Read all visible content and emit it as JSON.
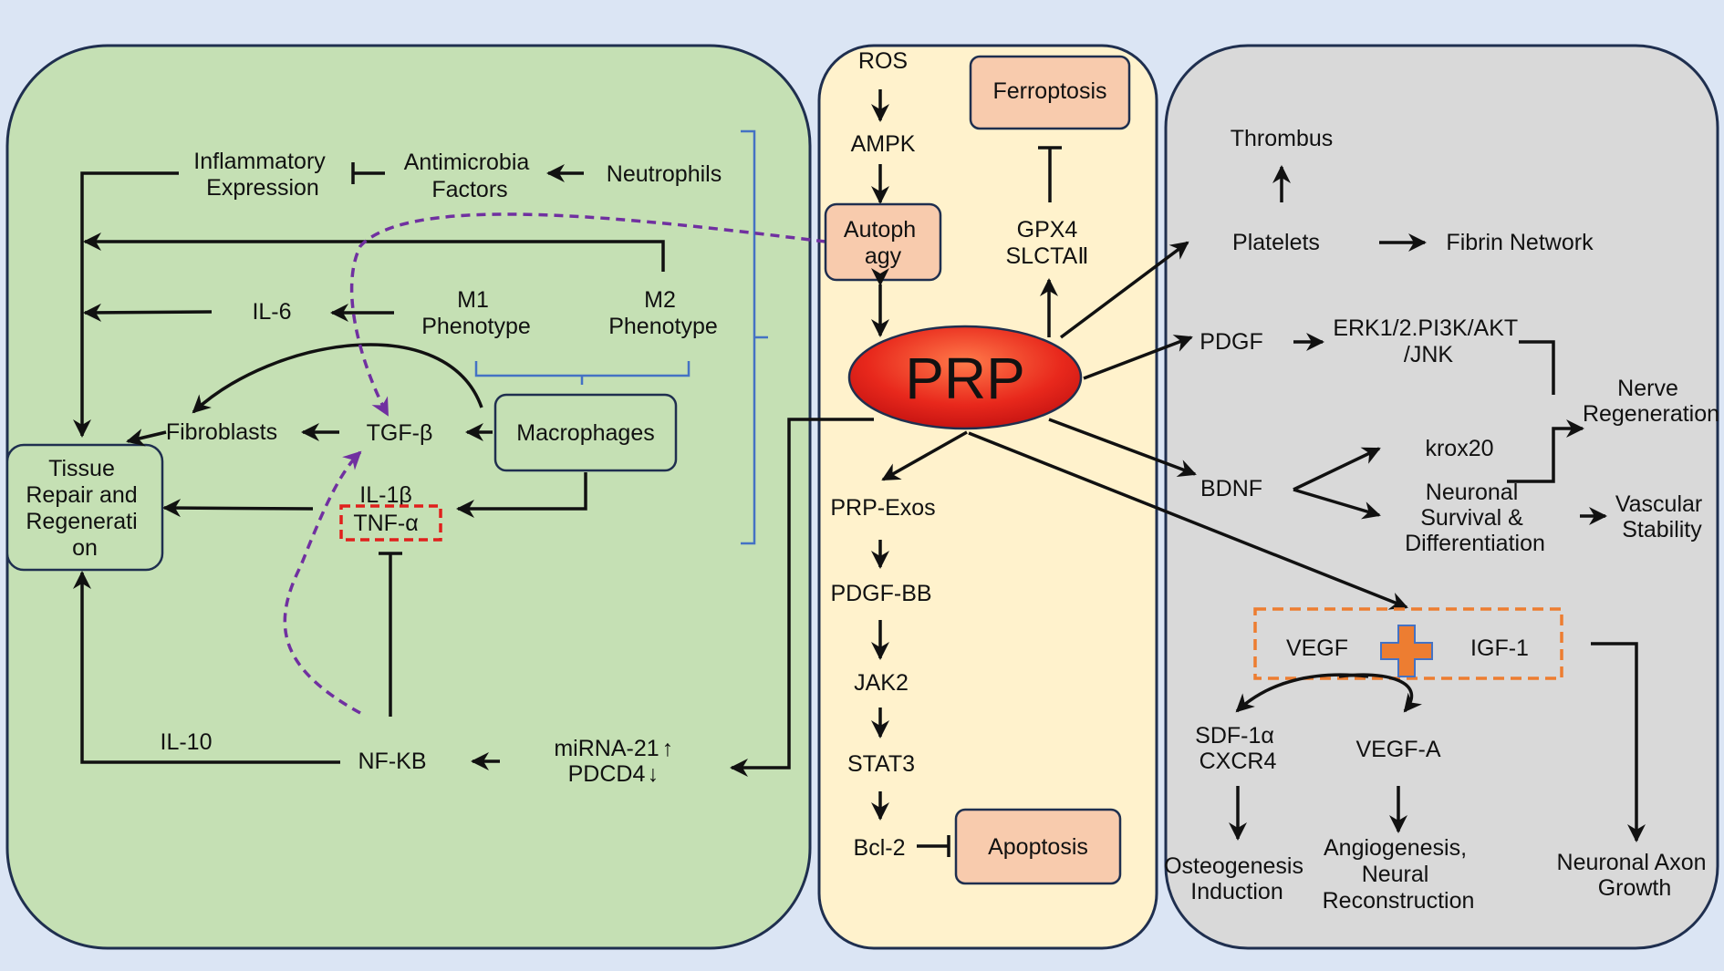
{
  "diagram": {
    "center": {
      "title": "PRP"
    },
    "left_panel": {
      "inflammatory_expression": [
        "Inflammatory",
        "Expression"
      ],
      "antimicrobial_factors": [
        "Antimicrobia",
        "Factors"
      ],
      "neutrophils": "Neutrophils",
      "il6": "IL-6",
      "m1_phenotype": [
        "M1",
        "Phenotype"
      ],
      "m2_phenotype": [
        "M2",
        "Phenotype"
      ],
      "fibroblasts": "Fibroblasts",
      "tgf_beta": "TGF-β",
      "macrophages": "Macrophages",
      "tissue_repair": [
        "Tissue",
        "Repair and",
        "Regenerati",
        "on"
      ],
      "il1b": "IL-1β",
      "tnf_alpha": "TNF-α",
      "il10": "IL-10",
      "nfkb": "NF-KB",
      "mirna21": "miRNA-21",
      "pdcd4": "PDCD4"
    },
    "middle_panel": {
      "ros": "ROS",
      "ampk": "AMPK",
      "autophagy": [
        "Autoph",
        "agy"
      ],
      "ferroptosis": "Ferroptosis",
      "gpx4": "GPX4",
      "slc7a11": "SLCTAⅡ",
      "prp_exos": "PRP-Exos",
      "pdgf_bb": "PDGF-BB",
      "jak2": "JAK2",
      "stat3": "STAT3",
      "bcl2": "Bcl-2",
      "apoptosis": "Apoptosis"
    },
    "right_panel": {
      "thrombus": "Thrombus",
      "platelets": "Platelets",
      "fibrin_network": "Fibrin Network",
      "pdgf": "PDGF",
      "erk_pathway": [
        "ERK1/2.PI3K/AKT",
        "/JNK"
      ],
      "nerve_regeneration": [
        "Nerve",
        "Regeneration"
      ],
      "bdnf": "BDNF",
      "krox20": "krox20",
      "neuronal_survival": [
        "Neuronal",
        "Survival &",
        "Differentiation"
      ],
      "vascular_stability": [
        "Vascular",
        "Stability"
      ],
      "vegf": "VEGF",
      "igf1": "IGF-1",
      "sdf1_cxcr4": [
        "SDF-1α",
        "CXCR4"
      ],
      "vegf_a": "VEGF-A",
      "osteogenesis": [
        "Osteogenesis",
        "Induction"
      ],
      "angiogenesis": [
        "Angiogenesis,",
        "Neural",
        "Reconstruction"
      ],
      "neuronal_axon": [
        "Neuronal Axon",
        "Growth"
      ]
    },
    "colors": {
      "left_panel_fill": "#c5e0b4",
      "middle_panel_fill": "#fff2cc",
      "right_panel_fill": "#d9d9d9",
      "highlight_box_fill": "#f8cbad",
      "prp_red": "#e8281c",
      "dashed_purple": "#7030a0",
      "tnf_box_red": "#e0201c",
      "vegf_box_orange": "#ed7d31",
      "bracket_blue": "#4472c4"
    }
  }
}
